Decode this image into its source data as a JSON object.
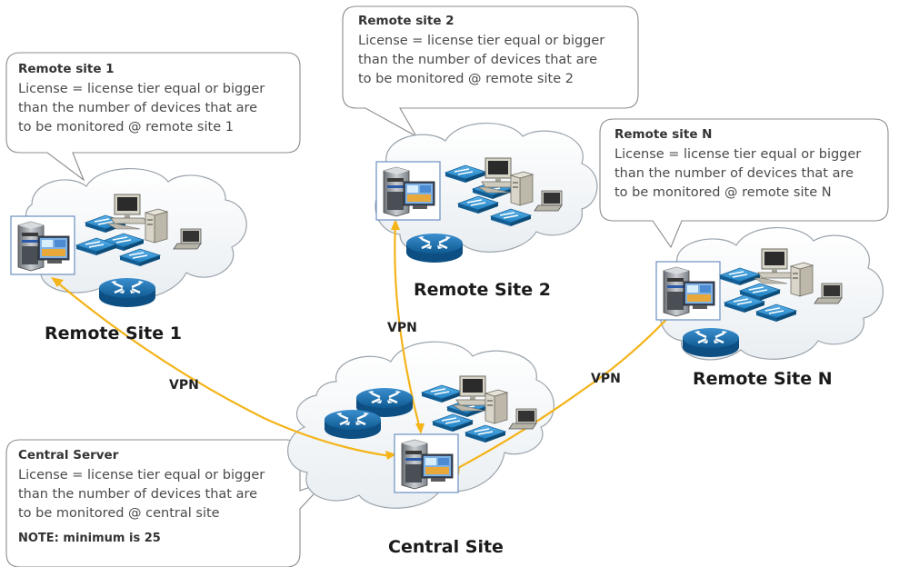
{
  "callouts": {
    "remote1": {
      "title": "Remote site 1",
      "body": "License = license tier equal or bigger\nthan the number of devices that are\nto be monitored @ remote site 1"
    },
    "remote2": {
      "title": "Remote site 2",
      "body": "License = license tier equal or bigger\nthan the number of devices that are\nto be monitored @ remote site 2"
    },
    "remoteN": {
      "title": "Remote site N",
      "body": "License = license tier equal or bigger\nthan the number of devices that are\nto be monitored @ remote site N"
    },
    "central": {
      "title": "Central Server",
      "body": "License = license tier equal or bigger\nthan the number of devices that are\nto be monitored @ central site",
      "note": "NOTE:  minimum is 25"
    }
  },
  "sites": {
    "remote1": "Remote Site 1",
    "remote2": "Remote Site 2",
    "remoteN": "Remote Site N",
    "central": "Central Site"
  },
  "links": {
    "vpn1": "VPN",
    "vpn2": "VPN",
    "vpnN": "VPN"
  },
  "colors": {
    "vpn_line": "#f4b41a",
    "router": "#1a6fa8",
    "switch": "#2a8fd0",
    "cloud_stroke": "#9aa3ab",
    "bubble_stroke": "#8c8c8c"
  },
  "icons": [
    "server-icon",
    "switch-icon",
    "router-icon",
    "desktop-pc-icon",
    "tower-pc-icon",
    "laptop-icon"
  ]
}
